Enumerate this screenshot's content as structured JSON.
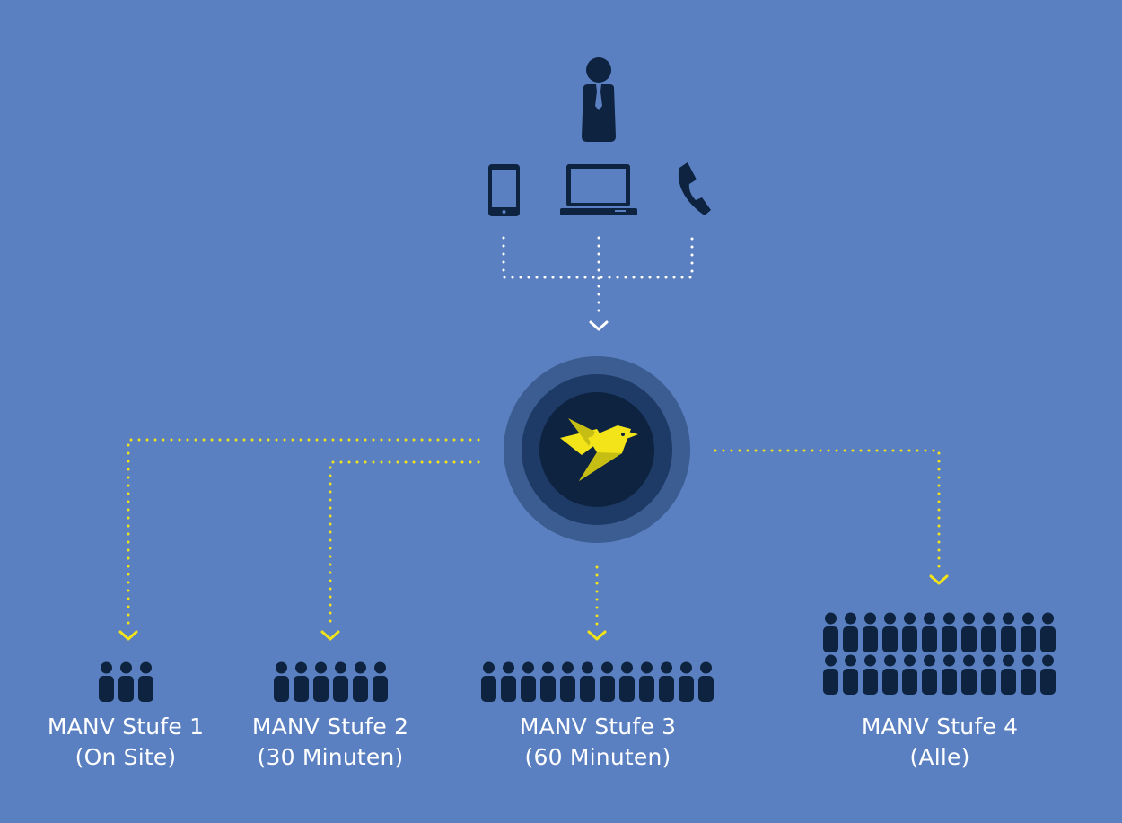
{
  "colors": {
    "background": "#5b80c1",
    "icon": "#0d2340",
    "connector_white": "#ffffff",
    "connector_yellow": "#f2e419",
    "bird": "#f2e419",
    "hub_outer": "#3c5d92",
    "hub_middle": "#1e3a66",
    "hub_inner": "#0d2340"
  },
  "sources": {
    "person_icon": "person-icon",
    "device_icons": [
      "smartphone-icon",
      "laptop-icon",
      "phone-handset-icon"
    ]
  },
  "hub": {
    "icon": "bird-logo-icon"
  },
  "groups": [
    {
      "title": "MANV Stufe 1",
      "subtitle": "(On Site)",
      "icon": "people-group-icon"
    },
    {
      "title": "MANV Stufe 2",
      "subtitle": "(30 Minuten)",
      "icon": "people-group-icon"
    },
    {
      "title": "MANV Stufe 3",
      "subtitle": "(60 Minuten)",
      "icon": "people-group-icon"
    },
    {
      "title": "MANV Stufe 4",
      "subtitle": "(Alle)",
      "icon": "people-group-icon"
    }
  ]
}
